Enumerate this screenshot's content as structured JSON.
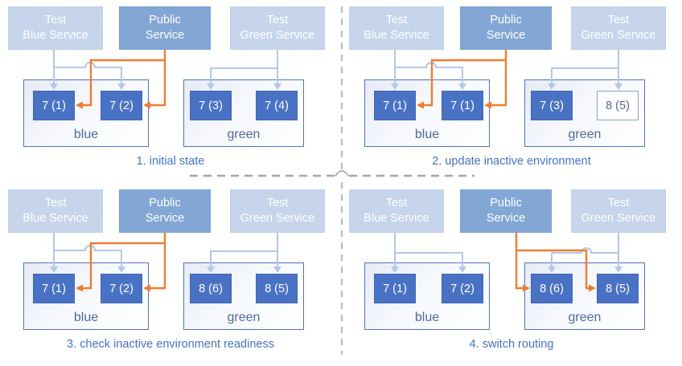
{
  "colors": {
    "accent_blue": "#4472c4",
    "light_service_fill": "#c6d5ec",
    "public_service_fill": "#82a7d5",
    "instance_fill": "#4a72c4",
    "test_arrow_blue": "#b4c7e7",
    "public_arrow_orange": "#ed7d31",
    "divider_gray": "#a6a6a6",
    "environment_label_color": "#4f699c"
  },
  "panels": [
    {
      "caption": "1. initial state",
      "public_route": "blue",
      "services": [
        {
          "lines": [
            "Test",
            "Blue Service"
          ]
        },
        {
          "lines": [
            "Public",
            "Service"
          ]
        },
        {
          "lines": [
            "Test",
            "Green Service"
          ]
        }
      ],
      "environments": [
        {
          "name": "blue",
          "instances": [
            {
              "label": "7 (1)"
            },
            {
              "label": "7 (2)"
            }
          ]
        },
        {
          "name": "green",
          "instances": [
            {
              "label": "7 (3)"
            },
            {
              "label": "7 (4)"
            }
          ]
        }
      ]
    },
    {
      "caption": "2. update inactive environment",
      "public_route": "blue",
      "services": [
        {
          "lines": [
            "Test",
            "Blue Service"
          ]
        },
        {
          "lines": [
            "Public",
            "Service"
          ]
        },
        {
          "lines": [
            "Test",
            "Green Service"
          ]
        }
      ],
      "environments": [
        {
          "name": "blue",
          "instances": [
            {
              "label": "7 (1)"
            },
            {
              "label": "7 (1)"
            }
          ]
        },
        {
          "name": "green",
          "instances": [
            {
              "label": "7 (3)"
            },
            {
              "label": "8 (5)",
              "outlined": true
            }
          ]
        }
      ]
    },
    {
      "caption": "3. check inactive environment readiness",
      "public_route": "blue",
      "services": [
        {
          "lines": [
            "Test",
            "Blue Service"
          ]
        },
        {
          "lines": [
            "Public",
            "Service"
          ]
        },
        {
          "lines": [
            "Test",
            "Green Service"
          ]
        }
      ],
      "environments": [
        {
          "name": "blue",
          "instances": [
            {
              "label": "7 (1)"
            },
            {
              "label": "7 (2)"
            }
          ]
        },
        {
          "name": "green",
          "instances": [
            {
              "label": "8 (6)"
            },
            {
              "label": "8 (5)"
            }
          ]
        }
      ]
    },
    {
      "caption": "4. switch routing",
      "public_route": "green",
      "services": [
        {
          "lines": [
            "Test",
            "Blue Service"
          ]
        },
        {
          "lines": [
            "Public",
            "Service"
          ]
        },
        {
          "lines": [
            "Test",
            "Green Service"
          ]
        }
      ],
      "environments": [
        {
          "name": "blue",
          "instances": [
            {
              "label": "7 (1)"
            },
            {
              "label": "7 (2)"
            }
          ]
        },
        {
          "name": "green",
          "instances": [
            {
              "label": "8 (6)"
            },
            {
              "label": "8 (5)"
            }
          ]
        }
      ]
    }
  ]
}
